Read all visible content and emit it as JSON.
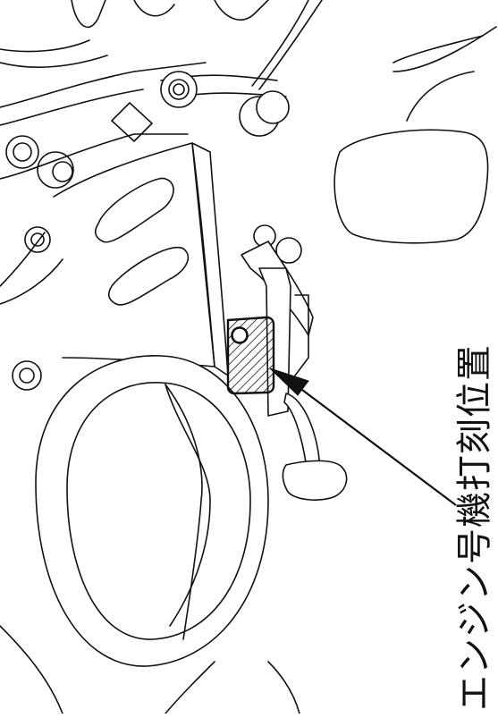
{
  "callout": {
    "label": "エンジン号機打刻位置",
    "label_orientation": "vertical-rotated",
    "arrow_color": "#111111",
    "mark_style": "hatched-rectangle"
  },
  "illustration": {
    "style": "black-line-drawing",
    "background": "#ffffff"
  }
}
